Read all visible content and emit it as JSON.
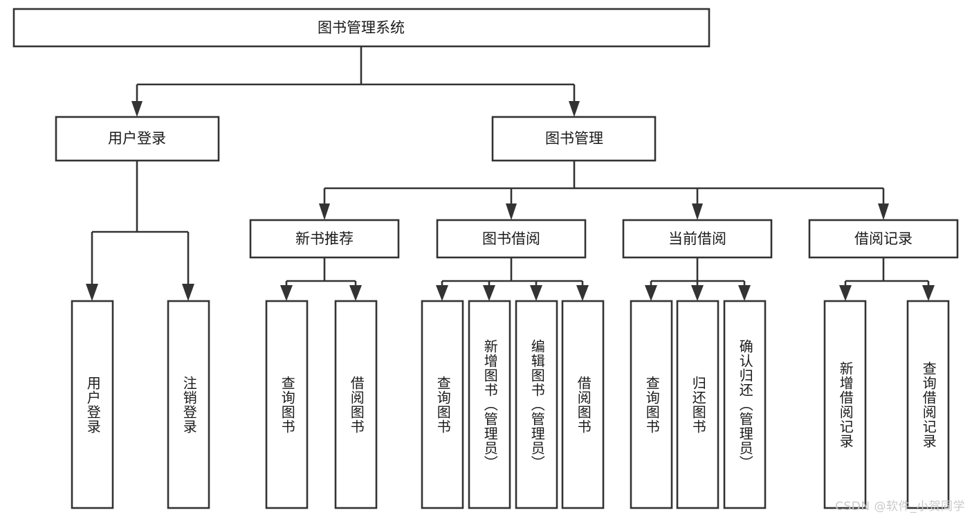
{
  "diagram": {
    "title": "图书管理系统",
    "type": "tree-hierarchy",
    "watermark": "CSDN @软件_小贺同学",
    "colors": {
      "box_stroke": "#333333",
      "box_fill": "#ffffff",
      "text": "#1a1a1a",
      "background": "#ffffff",
      "watermark": "#c9c9c9"
    },
    "root": {
      "label": "图书管理系统"
    },
    "level2": [
      {
        "id": "user-login",
        "label": "用户登录"
      },
      {
        "id": "book-management",
        "label": "图书管理"
      }
    ],
    "level3": [
      {
        "id": "new-book-recommend",
        "label": "新书推荐",
        "parent": "book-management"
      },
      {
        "id": "book-borrow",
        "label": "图书借阅",
        "parent": "book-management"
      },
      {
        "id": "current-borrow",
        "label": "当前借阅",
        "parent": "book-management"
      },
      {
        "id": "borrow-record",
        "label": "借阅记录",
        "parent": "book-management"
      }
    ],
    "leaves": {
      "user-login": [
        {
          "id": "leaf-user-login",
          "label": "用户登录"
        },
        {
          "id": "leaf-user-logout",
          "label": "注销登录"
        }
      ],
      "new-book-recommend": [
        {
          "id": "leaf-query-book-1",
          "label": "查询图书"
        },
        {
          "id": "leaf-borrow-book-1",
          "label": "借阅图书"
        }
      ],
      "book-borrow": [
        {
          "id": "leaf-query-book-2",
          "label": "查询图书"
        },
        {
          "id": "leaf-add-book",
          "label": "新增图书（管理员）"
        },
        {
          "id": "leaf-edit-book",
          "label": "编辑图书（管理员）"
        },
        {
          "id": "leaf-borrow-book-2",
          "label": "借阅图书"
        }
      ],
      "current-borrow": [
        {
          "id": "leaf-query-book-3",
          "label": "查询图书"
        },
        {
          "id": "leaf-return-book",
          "label": "归还图书"
        },
        {
          "id": "leaf-confirm-return",
          "label": "确认归还（管理员）"
        }
      ],
      "borrow-record": [
        {
          "id": "leaf-add-record",
          "label": "新增借阅记录"
        },
        {
          "id": "leaf-query-record",
          "label": "查询借阅记录"
        }
      ]
    }
  }
}
